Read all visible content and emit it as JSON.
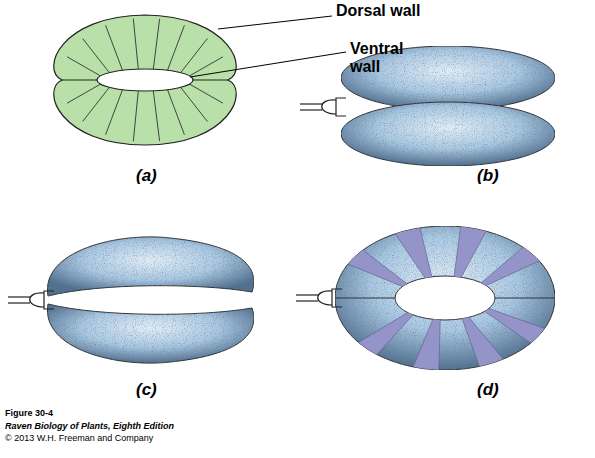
{
  "diagram": {
    "labels": [
      "Dorsal wall",
      "Ventral wall",
      "(a)",
      "(b)",
      "(c)",
      "(d)",
      "Figure 30-4",
      "Raven Biology of Plants, Eighth Edition",
      "© 2013 W.H. Freeman and Company"
    ]
  }
}
